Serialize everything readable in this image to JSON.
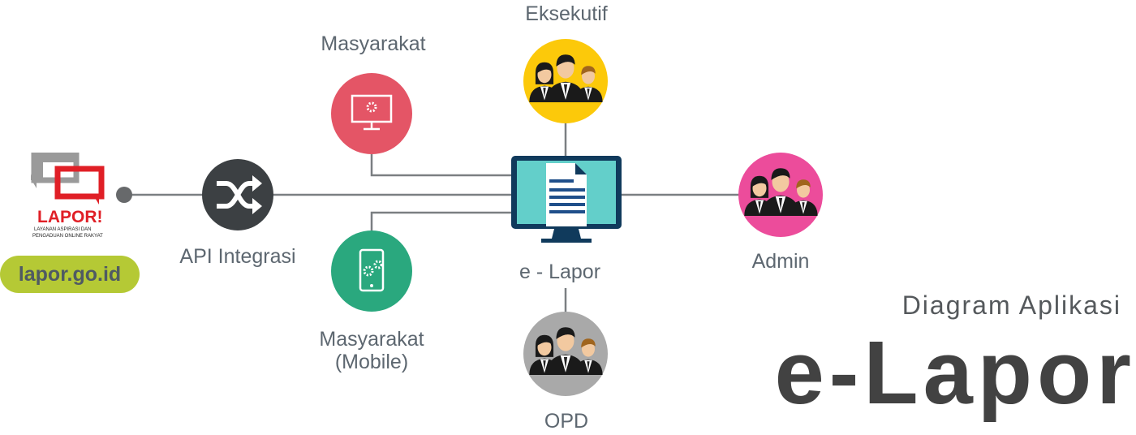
{
  "logo": {
    "brand": "LAPOR!",
    "tagline_1": "LAYANAN ASPIRASI DAN",
    "tagline_2": "PENGADUAN ONLINE RAKYAT"
  },
  "site": "lapor.go.id",
  "nodes": {
    "api": "API Integrasi",
    "masyarakat": "Masyarakat",
    "mobile_1": "Masyarakat",
    "mobile_2": "(Mobile)",
    "eksekutif": "Eksekutif",
    "elapor": "e - Lapor",
    "admin": "Admin",
    "opd": "OPD"
  },
  "title": {
    "subtitle": "Diagram Aplikasi",
    "main": "e-Lapor"
  },
  "colors": {
    "masyarakat": "#e45566",
    "mobile": "#2aa87e",
    "eksekutif": "#fcc90a",
    "admin": "#ec4c9b",
    "opd": "#a9a9a9",
    "api": "#3c4043",
    "monitor": "#103a5c",
    "screen": "#63cfca"
  }
}
